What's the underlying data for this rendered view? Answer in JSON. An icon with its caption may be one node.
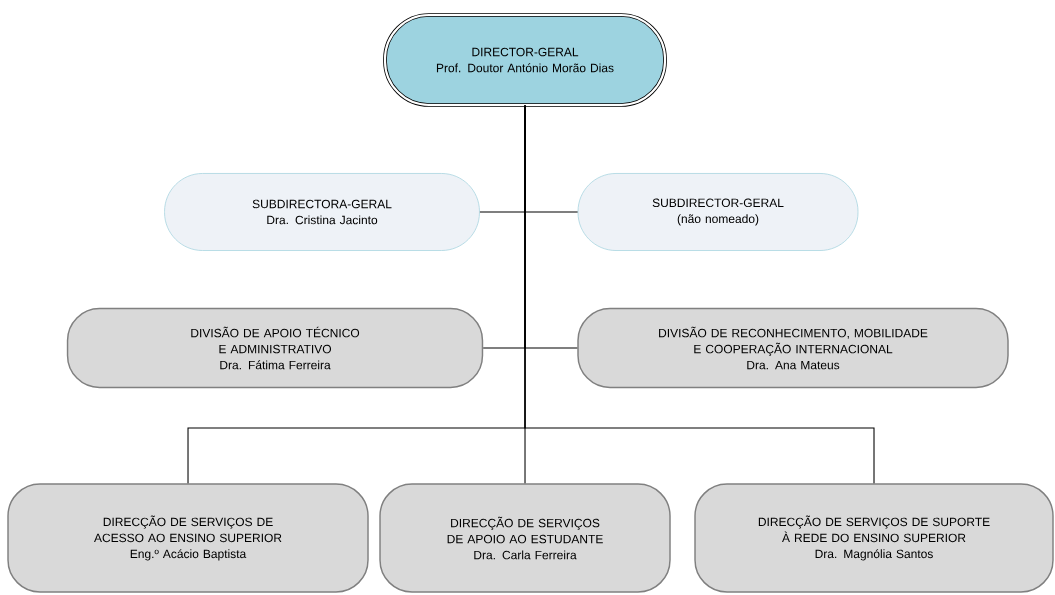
{
  "diagram": {
    "nodes": [
      {
        "text": [
          "DIRECTOR-GERAL",
          "Prof. Doutor António Morão Dias"
        ]
      },
      {
        "text": [
          "SUBDIRECTORA-GERAL",
          "Dra. Cristina Jacinto"
        ]
      },
      {
        "text": [
          "SUBDIRECTOR-GERAL",
          "(não nomeado)"
        ]
      },
      {
        "text": [
          "DIVISÃO DE APOIO TÉCNICO E ADMINISTRATIVO",
          "Dra. Fátima Ferreira"
        ]
      },
      {
        "text": [
          "DIVISÃO DE RECONHECIMENTO, MOBILIDADE E COOPERAÇÃO INTERNACIONAL",
          "Dra. Ana Mateus"
        ]
      },
      {
        "text": [
          "DIRECÇÃO DE SERVIÇOS DE ACESSO AO ENSINO SUPERIOR",
          "Eng.º Acácio Baptista"
        ]
      },
      {
        "text": [
          "DIRECÇÃO DE SERVIÇOS DE APOIO AO ESTUDANTE",
          "Dra. Carla Ferreira"
        ]
      },
      {
        "text": [
          "DIRECÇÃO DE SERVIÇOS DE SUPORTE À REDE DO ENSINO SUPERIOR",
          "Dra. Magnólia Santos"
        ]
      }
    ],
    "edges": [
      {
        "from": 0,
        "to": 1,
        "arrow": "none"
      },
      {
        "from": 0,
        "to": 2,
        "arrow": "none"
      },
      {
        "from": 0,
        "to": 3,
        "arrow": "none"
      },
      {
        "from": 0,
        "to": 4,
        "arrow": "none"
      },
      {
        "from": 0,
        "to": 5,
        "arrow": "none"
      },
      {
        "from": 0,
        "to": 6,
        "arrow": "none"
      },
      {
        "from": 0,
        "to": 7,
        "arrow": "none"
      }
    ]
  }
}
